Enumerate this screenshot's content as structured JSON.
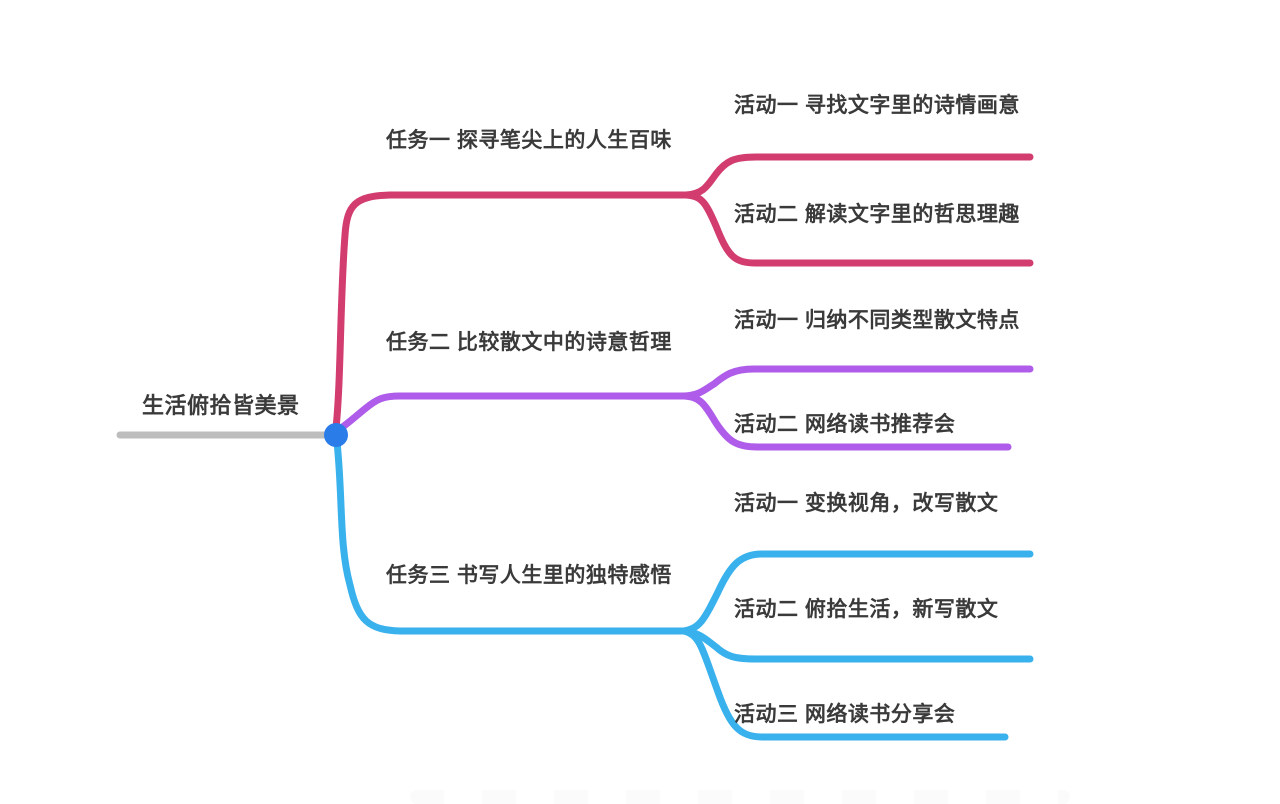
{
  "root": {
    "label": "生活俯拾皆美景",
    "line_color": "#bdbdbd",
    "dot_color": "#2a7ce9",
    "text_color": "#3a3a3a"
  },
  "branches": [
    {
      "label": "任务一 探寻笔尖上的人生百味",
      "color": "#d23c6e",
      "children": [
        {
          "label": "活动一 寻找文字里的诗情画意"
        },
        {
          "label": "活动二 解读文字里的哲思理趣"
        }
      ]
    },
    {
      "label": "任务二 比较散文中的诗意哲理",
      "color": "#ae5ce9",
      "children": [
        {
          "label": "活动一 归纳不同类型散文特点"
        },
        {
          "label": "活动二 网络读书推荐会"
        }
      ]
    },
    {
      "label": "任务三 书写人生里的独特感悟",
      "color": "#38b1ed",
      "children": [
        {
          "label": "活动一 变换视角，改写散文"
        },
        {
          "label": "活动二 俯拾生活，新写散文"
        },
        {
          "label": "活动三 网络读书分享会"
        }
      ]
    }
  ],
  "background_color": "#ffffff"
}
